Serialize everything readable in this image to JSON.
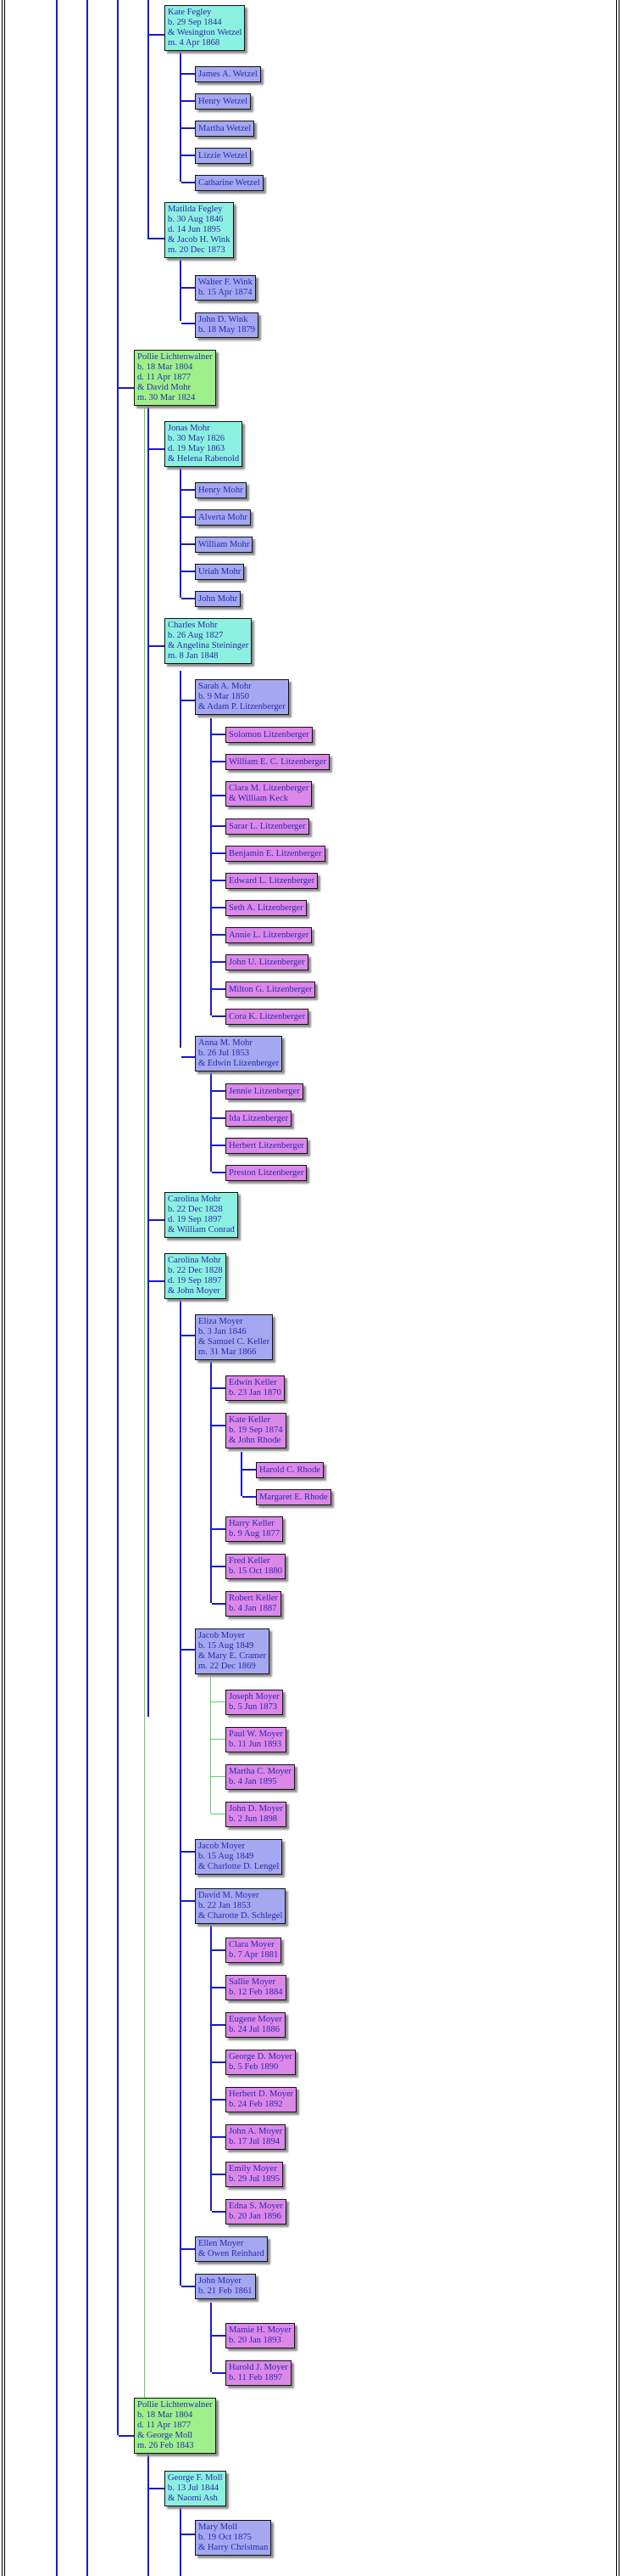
{
  "colors": {
    "gen_green": "#9ef08a",
    "gen_mint": "#8cf0e0",
    "gen_blue": "#a3a8f0",
    "gen_violet": "#dc88e8",
    "connector_blue": "#1a1acc",
    "connector_green": "#66cc66",
    "frame": "#000000",
    "text": "#2a2aaa"
  },
  "entries": [
    {
      "id": "kate-fegley",
      "gen": "mint",
      "lines": [
        "Kate Fegley",
        "b. 29 Sep 1844",
        "& Wesington Wetzel",
        "m. 4 Apr 1868"
      ]
    },
    {
      "id": "james-wetzel",
      "gen": "blue",
      "lines": [
        "James A. Wetzel"
      ]
    },
    {
      "id": "henry-wetzel",
      "gen": "blue",
      "lines": [
        "Henry Wetzel"
      ]
    },
    {
      "id": "martha-wetzel",
      "gen": "blue",
      "lines": [
        "Martha Wetzel"
      ]
    },
    {
      "id": "lizzie-wetzel",
      "gen": "blue",
      "lines": [
        "Lizzie Wetzel"
      ]
    },
    {
      "id": "catharine-wetzel",
      "gen": "blue",
      "lines": [
        "Catharine Wetzel"
      ]
    },
    {
      "id": "matilda-fegley",
      "gen": "mint",
      "lines": [
        "Matilda Fegley",
        "b. 30 Aug 1846",
        "d. 14 Jun 1895",
        "& Jacob H. Wink",
        "m. 20 Dec 1873"
      ]
    },
    {
      "id": "walter-wink",
      "gen": "blue",
      "lines": [
        "Walter F. Wink",
        "b. 15 Apr 1874"
      ]
    },
    {
      "id": "john-wink",
      "gen": "blue",
      "lines": [
        "John D. Wink",
        "b. 18 May 1879"
      ]
    },
    {
      "id": "pollie-lichtenwalner-1",
      "gen": "green",
      "lines": [
        "Pollie Lichtenwalner",
        "b. 18 Mar 1804",
        "d. 11 Apr 1877",
        "& David Mohr",
        "m. 30 Mar 1824"
      ]
    },
    {
      "id": "jonas-mohr",
      "gen": "mint",
      "lines": [
        "Jonas Mohr",
        "b. 30 May 1826",
        "d. 19 May 1863",
        "& Helena Rabenold"
      ]
    },
    {
      "id": "henry-mohr",
      "gen": "blue",
      "lines": [
        "Henry Mohr"
      ]
    },
    {
      "id": "alverta-mohr",
      "gen": "blue",
      "lines": [
        "Alverta Mohr"
      ]
    },
    {
      "id": "william-mohr",
      "gen": "blue",
      "lines": [
        "William Mohr"
      ]
    },
    {
      "id": "uriah-mohr",
      "gen": "blue",
      "lines": [
        "Uriah Mohr"
      ]
    },
    {
      "id": "john-mohr",
      "gen": "blue",
      "lines": [
        "John Mohr"
      ]
    },
    {
      "id": "charles-mohr",
      "gen": "mint",
      "lines": [
        "Charles Mohr",
        "b. 26 Aug 1827",
        "& Angelina Steininger",
        "m. 8 Jan 1848"
      ]
    },
    {
      "id": "sarah-mohr",
      "gen": "blue",
      "lines": [
        "Sarah A. Mohr",
        "b. 9 Mar 1850",
        "& Adam P. Litzenberger"
      ]
    },
    {
      "id": "solomon-litzenberger",
      "gen": "violet",
      "lines": [
        "Solomon Litzenberger"
      ]
    },
    {
      "id": "william-litzenberger",
      "gen": "violet",
      "lines": [
        "William E. C. Litzenberger"
      ]
    },
    {
      "id": "clara-litzenberger",
      "gen": "violet",
      "lines": [
        "Clara M. Litzenberger",
        "& William Keck"
      ]
    },
    {
      "id": "sarar-litzenberger",
      "gen": "violet",
      "lines": [
        "Sarar L. Litzenberger"
      ]
    },
    {
      "id": "benjamin-litzenberger",
      "gen": "violet",
      "lines": [
        "Benjamin E. Litzenberger"
      ]
    },
    {
      "id": "edward-litzenberger",
      "gen": "violet",
      "lines": [
        "Edward L. Litzenberger"
      ]
    },
    {
      "id": "seth-litzenberger",
      "gen": "violet",
      "lines": [
        "Seth A. Litzenberger"
      ]
    },
    {
      "id": "annie-litzenberger",
      "gen": "violet",
      "lines": [
        "Annie L. Litzenberger"
      ]
    },
    {
      "id": "john-u-litzenberger",
      "gen": "violet",
      "lines": [
        "John U. Litzenberger"
      ]
    },
    {
      "id": "milton-litzenberger",
      "gen": "violet",
      "lines": [
        "Milton G. Litzenberger"
      ]
    },
    {
      "id": "cora-litzenberger",
      "gen": "violet",
      "lines": [
        "Cora K. Litzenberger"
      ]
    },
    {
      "id": "anna-mohr",
      "gen": "blue",
      "lines": [
        "Anna M. Mohr",
        "b. 26 Jul 1853",
        "& Edwin Litzenberger"
      ]
    },
    {
      "id": "jennie-litzenberger",
      "gen": "violet",
      "lines": [
        "Jennie Litzenberger"
      ]
    },
    {
      "id": "ida-litzenberger",
      "gen": "violet",
      "lines": [
        "Ida Litzenberger"
      ]
    },
    {
      "id": "herbert-litzenberger",
      "gen": "violet",
      "lines": [
        "Herbert Litzenberger"
      ]
    },
    {
      "id": "preston-litzenberger",
      "gen": "violet",
      "lines": [
        "Preston Litzenberger"
      ]
    },
    {
      "id": "carolina-mohr-1",
      "gen": "mint",
      "lines": [
        "Carolina Mohr",
        "b. 22 Dec 1828",
        "d. 19 Sep 1897",
        "& William Conrad"
      ]
    },
    {
      "id": "carolina-mohr-2",
      "gen": "mint",
      "lines": [
        "Carolina Mohr",
        "b. 22 Dec 1828",
        "d. 19 Sep 1897",
        "& John Moyer"
      ]
    },
    {
      "id": "eliza-moyer",
      "gen": "blue",
      "lines": [
        "Eliza Moyer",
        "b. 3 Jan 1846",
        "& Samuel C. Keller",
        "m. 31 Mar 1866"
      ]
    },
    {
      "id": "edwin-keller",
      "gen": "violet",
      "lines": [
        "Edwin Keller",
        "b. 23 Jan 1870"
      ]
    },
    {
      "id": "kate-keller",
      "gen": "violet",
      "lines": [
        "Kate Keller",
        "b. 19 Sep 1874",
        "& John Rhode"
      ]
    },
    {
      "id": "harold-rhode",
      "gen": "violet",
      "lines": [
        "Harold C. Rhode"
      ]
    },
    {
      "id": "margaret-rhode",
      "gen": "violet",
      "lines": [
        "Margaret E. Rhode"
      ]
    },
    {
      "id": "harry-keller",
      "gen": "violet",
      "lines": [
        "Harry Keller",
        "b. 9 Aug 1877"
      ]
    },
    {
      "id": "fred-keller",
      "gen": "violet",
      "lines": [
        "Fred Keller",
        "b. 15 Oct 1880"
      ]
    },
    {
      "id": "robert-keller",
      "gen": "violet",
      "lines": [
        "Robert Keller",
        "b. 4 Jan 1887"
      ]
    },
    {
      "id": "jacob-moyer-1",
      "gen": "blue",
      "lines": [
        "Jacob Moyer",
        "b. 15 Aug 1849",
        "& Mary E. Cramer",
        "m. 22 Dec 1869"
      ]
    },
    {
      "id": "joseph-moyer",
      "gen": "violet",
      "lines": [
        "Joseph Moyer",
        "b. 5 Jun 1873"
      ]
    },
    {
      "id": "paul-moyer",
      "gen": "violet",
      "lines": [
        "Paul W. Moyer",
        "b. 11 Jun 1893"
      ]
    },
    {
      "id": "martha-moyer",
      "gen": "violet",
      "lines": [
        "Martha C. Moyer",
        "b. 4 Jan 1895"
      ]
    },
    {
      "id": "john-d-moyer",
      "gen": "violet",
      "lines": [
        "John D. Moyer",
        "b. 2 Jun 1898"
      ]
    },
    {
      "id": "jacob-moyer-2",
      "gen": "blue",
      "lines": [
        "Jacob Moyer",
        "b. 15 Aug 1849",
        "& Charlotte D. Lengel"
      ]
    },
    {
      "id": "david-moyer",
      "gen": "blue",
      "lines": [
        "David M. Moyer",
        "b. 22 Jan 1853",
        "& Charotte D. Schlegel"
      ]
    },
    {
      "id": "clara-moyer",
      "gen": "violet",
      "lines": [
        "Clara Moyer",
        "b. 7 Apr 1881"
      ]
    },
    {
      "id": "sallie-moyer",
      "gen": "violet",
      "lines": [
        "Sallie Moyer",
        "b. 12 Feb 1884"
      ]
    },
    {
      "id": "eugene-moyer",
      "gen": "violet",
      "lines": [
        "Eugene Moyer",
        "b. 24 Jul 1886"
      ]
    },
    {
      "id": "george-d-moyer",
      "gen": "violet",
      "lines": [
        "George D. Moyer",
        "b. 5 Feb 1890"
      ]
    },
    {
      "id": "herbert-moyer",
      "gen": "violet",
      "lines": [
        "Herbert D. Moyer",
        "b. 24 Feb 1892"
      ]
    },
    {
      "id": "john-a-moyer",
      "gen": "violet",
      "lines": [
        "John A. Moyer",
        "b. 17 Jul 1894"
      ]
    },
    {
      "id": "emily-moyer",
      "gen": "violet",
      "lines": [
        "Emily Moyer",
        "b. 29 Jul 1895"
      ]
    },
    {
      "id": "edna-moyer",
      "gen": "violet",
      "lines": [
        "Edna S. Moyer",
        "b. 20 Jan 1896"
      ]
    },
    {
      "id": "ellen-moyer",
      "gen": "blue",
      "lines": [
        "Ellen Moyer",
        "& Owen Reinhard"
      ]
    },
    {
      "id": "john-moyer",
      "gen": "blue",
      "lines": [
        "John Moyer",
        "b. 21 Feb 1861"
      ]
    },
    {
      "id": "mamie-moyer",
      "gen": "violet",
      "lines": [
        "Mamie H. Moyer",
        "b. 20 Jan 1893"
      ]
    },
    {
      "id": "harold-moyer",
      "gen": "violet",
      "lines": [
        "Harold J. Moyer",
        "b. 11 Feb 1897"
      ]
    },
    {
      "id": "pollie-lichtenwalner-2",
      "gen": "green",
      "lines": [
        "Pollie Lichtenwalner",
        "b. 18 Mar 1804",
        "d. 11 Apr 1877",
        "& George Moll",
        "m. 26 Feb 1843"
      ]
    },
    {
      "id": "george-moll",
      "gen": "mint",
      "lines": [
        "George F. Moll",
        "b. 13 Jul 1844",
        "& Naomi Ash"
      ]
    },
    {
      "id": "mary-moll",
      "gen": "blue",
      "lines": [
        "Mary Moll",
        "b. 19 Oct 1875",
        "& Harry Christman"
      ]
    }
  ]
}
